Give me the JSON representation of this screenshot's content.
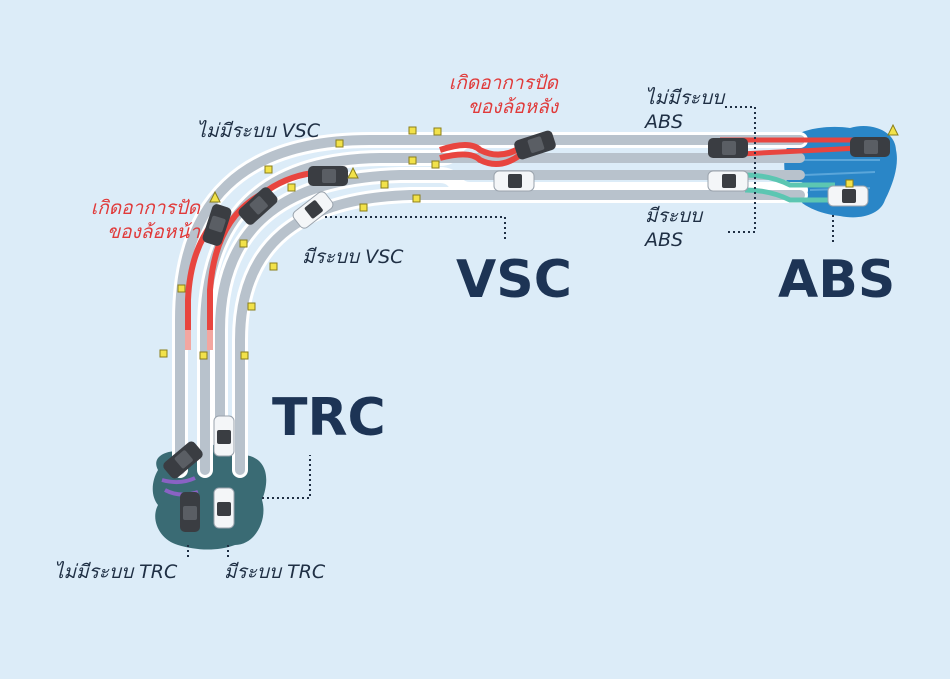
{
  "labels": {
    "vsc_without": "ไม่มีระบบ VSC",
    "vsc_with": "มีระบบ VSC",
    "front_skid": [
      "เกิดอาการปัด",
      "ของล้อหน้า"
    ],
    "rear_skid": [
      "เกิดอาการปัด",
      "ของล้อหลัง"
    ],
    "abs_without": [
      "ไม่มีระบบ",
      "ABS"
    ],
    "abs_with": [
      "มีระบบ",
      "ABS"
    ],
    "trc_without": "ไม่มีระบบ TRC",
    "trc_with": "มีระบบ TRC"
  },
  "titles": {
    "vsc": "VSC",
    "abs": "ABS",
    "trc": "TRC"
  },
  "colors": {
    "background": "#dcecf8",
    "road": "#b8c2cc",
    "road_edge": "#ffffff",
    "skid_red": "#e8453f",
    "skid_pink": "#f3a6a0",
    "abs_teal": "#5cc6b2",
    "trc_purple": "#8a62c4",
    "ice_blue": "#2a86c7",
    "mud": "#3a6b74",
    "car_dark": "#3a3d42",
    "car_white": "#f4f6f8",
    "title_navy": "#1d3455",
    "cone_yellow": "#f2e24a"
  }
}
